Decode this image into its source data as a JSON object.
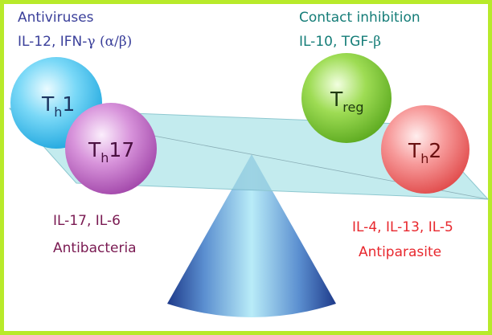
{
  "colors": {
    "border": "#b8ea2a",
    "blue_text": "#3a3f9a",
    "teal_text": "#157d78",
    "maroon_text": "#7a1a52",
    "red_text": "#e8282e",
    "th1_cell": "#3ec1f0",
    "th17_cell": "#c46ac8",
    "treg_cell": "#7ccc2c",
    "th2_cell": "#f26b6b"
  },
  "labels": {
    "antiviruses": "Antiviruses",
    "th1_cytokines_a": "IL-12, IFN-",
    "gamma": "γ",
    "alpha_beta": " (α/β)",
    "contact_inhibition": "Contact inhibition",
    "treg_cytokines_a": "IL-10, TGF-",
    "beta": "β",
    "th17_cytokines": "IL-17, IL-6",
    "antibacteria": "Antibacteria",
    "th2_cytokines": "IL-4, IL-13, IL-5",
    "antiparasite": "Antiparasite"
  },
  "cells": {
    "th1": {
      "main": "T",
      "sub": "h",
      "suffix": "1"
    },
    "th17": {
      "main": "T",
      "sub": "h",
      "suffix": "17"
    },
    "treg": {
      "main": "T",
      "sub": "reg",
      "suffix": ""
    },
    "th2": {
      "main": "T",
      "sub": "h",
      "suffix": "2"
    }
  }
}
